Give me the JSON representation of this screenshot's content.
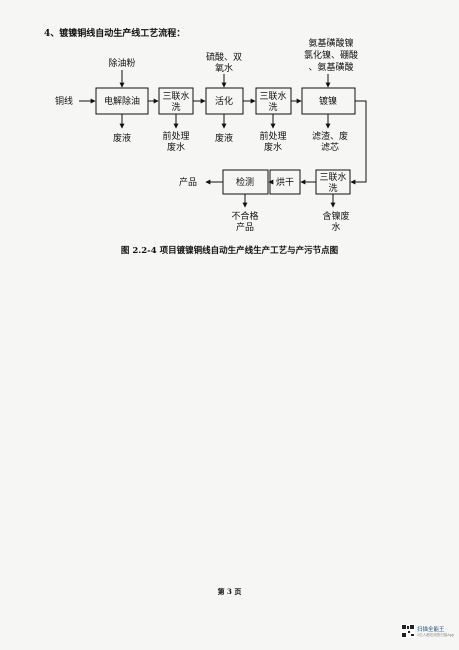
{
  "heading": "4、镀镍铜线自动生产线工艺流程：",
  "flow": {
    "input_label": "铜线",
    "process_boxes": {
      "electrolytic_degrease": "电解除油",
      "rinse_1": [
        "三联水",
        "洗"
      ],
      "activation": "活化",
      "rinse_2": [
        "三联水",
        "洗"
      ],
      "nickel_plating": "镀镍",
      "rinse_3": [
        "三联水",
        "洗"
      ],
      "drying": "烘干",
      "inspection": "检测"
    },
    "inputs": {
      "degreasing_powder": "除油粉",
      "acid_peroxide": [
        "硫酸、双",
        "氧水"
      ],
      "plating_chemicals": [
        "氨基磺酸镍",
        "氯化镍、硼酸",
        "、氨基磺酸"
      ]
    },
    "outputs": {
      "waste_liquid_1": "废液",
      "pretreat_wastewater_1": [
        "前处理",
        "废水"
      ],
      "waste_liquid_2": "废液",
      "pretreat_wastewater_2": [
        "前处理",
        "废水"
      ],
      "filter_residue": [
        "滤渣、废",
        "滤芯"
      ],
      "nickel_wastewater": [
        "含镍废",
        "水"
      ],
      "unqualified_product": [
        "不合格",
        "产品"
      ],
      "product": "产品"
    }
  },
  "caption": "图 2.2-4  项目镀镍铜线自动生产线生产工艺与产污节点图",
  "page_number": "第 3 页",
  "scanner": {
    "label": "扫描全能王",
    "sub": "3亿人都在用的扫描App"
  }
}
